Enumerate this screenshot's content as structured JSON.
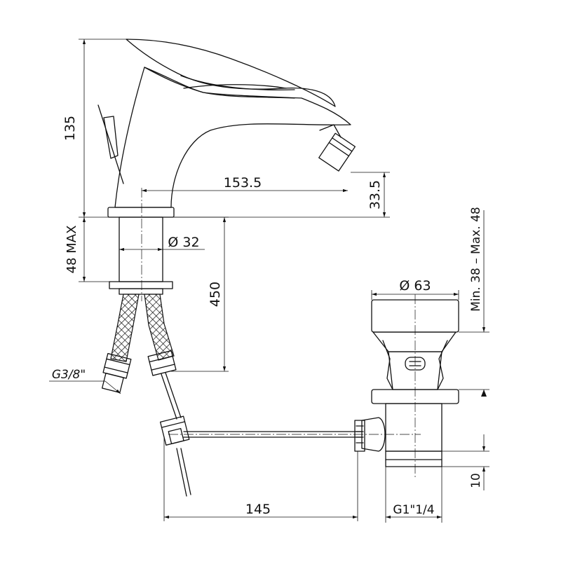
{
  "dimensions": {
    "spout_height": "135",
    "spout_reach": "153.5",
    "outlet_height": "33.5",
    "deck_thickness": "48 MAX",
    "base_diameter": "Ø 32",
    "hose_length": "450",
    "hose_thread": "G3/8\"",
    "waste_diameter": "Ø 63",
    "waste_range": "Min. 38 – Max. 48",
    "rod_length": "145",
    "tailpiece_length": "10",
    "waste_thread": "G1\"1/4"
  }
}
